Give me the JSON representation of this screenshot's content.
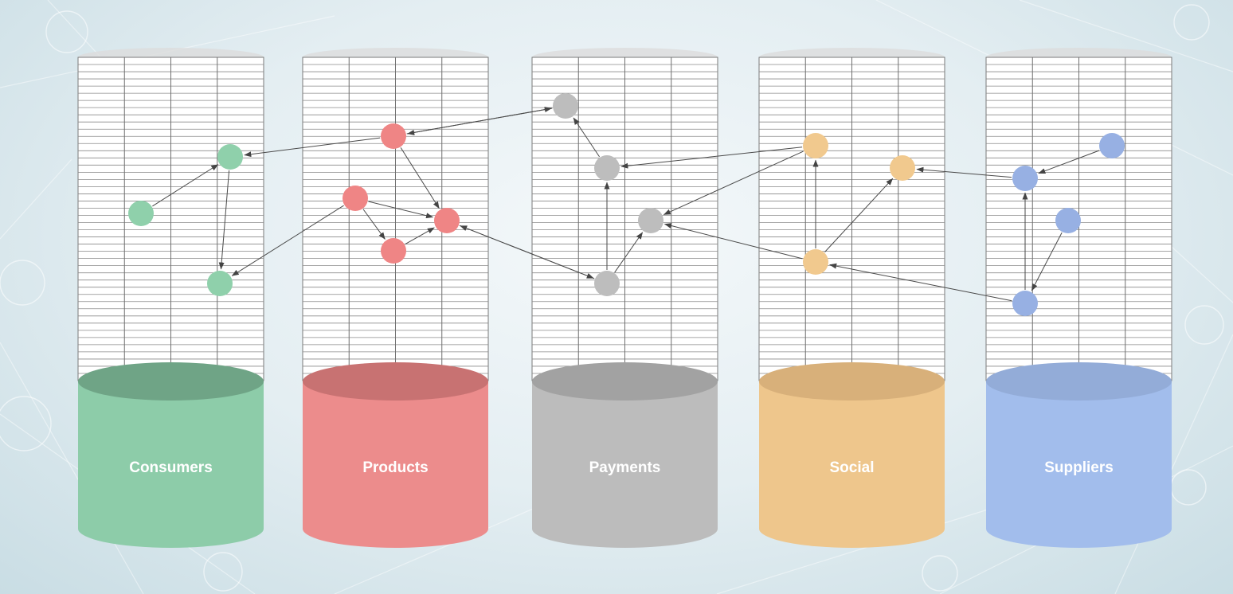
{
  "databases": [
    {
      "key": "consumers",
      "label": "Consumers",
      "color": "#8dcca9",
      "top": "#6fa486",
      "node": "#8fd0ab"
    },
    {
      "key": "products",
      "label": "Products",
      "color": "#ec8c8c",
      "top": "#c87272",
      "node": "#ef8585"
    },
    {
      "key": "payments",
      "label": "Payments",
      "color": "#bcbcbc",
      "top": "#a2a2a2",
      "node": "#bdbdbd"
    },
    {
      "key": "social",
      "label": "Social",
      "color": "#eec68c",
      "top": "#d8b07a",
      "node": "#f1c98e"
    },
    {
      "key": "suppliers",
      "label": "Suppliers",
      "color": "#a2bdec",
      "top": "#93acd8",
      "node": "#97b0e3"
    }
  ],
  "nodes": [
    {
      "id": "c1",
      "db": "consumers"
    },
    {
      "id": "c2",
      "db": "consumers"
    },
    {
      "id": "c3",
      "db": "consumers"
    },
    {
      "id": "p1",
      "db": "products"
    },
    {
      "id": "p2",
      "db": "products"
    },
    {
      "id": "p3",
      "db": "products"
    },
    {
      "id": "p4",
      "db": "products"
    },
    {
      "id": "y1",
      "db": "payments"
    },
    {
      "id": "y2",
      "db": "payments"
    },
    {
      "id": "y3",
      "db": "payments"
    },
    {
      "id": "y4",
      "db": "payments"
    },
    {
      "id": "s1",
      "db": "social"
    },
    {
      "id": "s2",
      "db": "social"
    },
    {
      "id": "s3",
      "db": "social"
    },
    {
      "id": "u1",
      "db": "suppliers"
    },
    {
      "id": "u2",
      "db": "suppliers"
    },
    {
      "id": "u3",
      "db": "suppliers"
    },
    {
      "id": "u4",
      "db": "suppliers"
    }
  ],
  "edges": [
    {
      "from": "c2",
      "to": "c1"
    },
    {
      "from": "c1",
      "to": "c3"
    },
    {
      "from": "p1",
      "to": "c1"
    },
    {
      "from": "p2",
      "to": "c3"
    },
    {
      "from": "p1",
      "to": "p3"
    },
    {
      "from": "p2",
      "to": "p3"
    },
    {
      "from": "p2",
      "to": "p4"
    },
    {
      "from": "p4",
      "to": "p3"
    },
    {
      "from": "p1",
      "to": "y1"
    },
    {
      "from": "y1",
      "to": "p1"
    },
    {
      "from": "y4",
      "to": "p3"
    },
    {
      "from": "p3",
      "to": "y4"
    },
    {
      "from": "y2",
      "to": "y1"
    },
    {
      "from": "y4",
      "to": "y2"
    },
    {
      "from": "y4",
      "to": "y3"
    },
    {
      "from": "s1",
      "to": "y2"
    },
    {
      "from": "s1",
      "to": "y3"
    },
    {
      "from": "s3",
      "to": "y3"
    },
    {
      "from": "s3",
      "to": "s1"
    },
    {
      "from": "s3",
      "to": "s2"
    },
    {
      "from": "u2",
      "to": "s2"
    },
    {
      "from": "u1",
      "to": "u2"
    },
    {
      "from": "u4",
      "to": "u2"
    },
    {
      "from": "u3",
      "to": "u4"
    },
    {
      "from": "u4",
      "to": "s3"
    }
  ]
}
